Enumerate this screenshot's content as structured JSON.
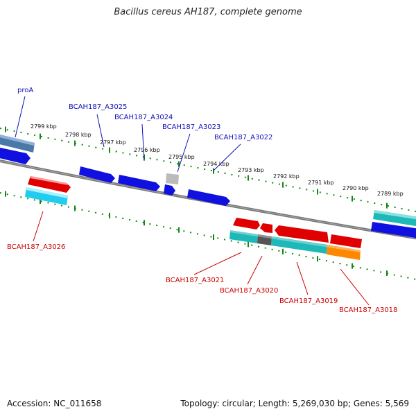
{
  "title": "Bacillus cereus AH187, complete genome",
  "footer": {
    "accession": "Accession: NC_011658",
    "summary": "Topology: circular; Length: 5,269,030 bp; Genes: 5,569"
  },
  "scale_labels": [
    "2799 kbp",
    "2798 kbp",
    "2797 kbp",
    "2796 kbp",
    "2795 kbp",
    "2794 kbp",
    "2793 kbp",
    "2792 kbp",
    "2791 kbp",
    "2790 kbp",
    "2789 kbp"
  ],
  "colors": {
    "label_top": "#1111bb",
    "label_bottom": "#cc0000",
    "backbone": "#777777",
    "ticks": "#118811",
    "blue_gene": "#1010e0",
    "red_gene": "#e00000",
    "teal_gene": "#1fb8b8",
    "cyan_gene": "#22ccee",
    "orange_gene": "#ff8800",
    "gray_gene": "#bbbbbb",
    "dark_gray_gene": "#555555",
    "steel_gene": "#4a79a8"
  },
  "genes_top": [
    {
      "label": "proA"
    },
    {
      "label": "BCAH187_A3025"
    },
    {
      "label": "BCAH187_A3024"
    },
    {
      "label": "BCAH187_A3023"
    },
    {
      "label": "BCAH187_A3022"
    }
  ],
  "genes_bottom": [
    {
      "label": "BCAH187_A3026"
    },
    {
      "label": "BCAH187_A3021"
    },
    {
      "label": "BCAH187_A3020"
    },
    {
      "label": "BCAH187_A3019"
    },
    {
      "label": "BCAH187_A3018"
    }
  ]
}
